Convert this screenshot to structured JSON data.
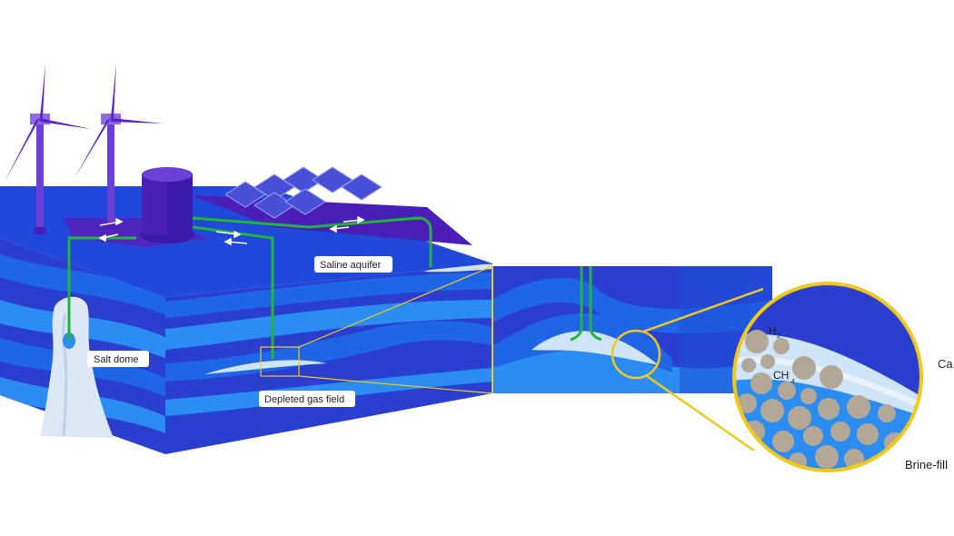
{
  "labels": {
    "saline_aquifer": "Saline aquifer",
    "salt_dome": "Salt dome",
    "depleted_gas_field": "Depleted gas field",
    "h2": "H",
    "h2_sub": "2",
    "ch4": "CH",
    "ch4_sub": "4",
    "cap_rock": "Ca",
    "brine_filled": "Brine-fill"
  },
  "colors": {
    "deep_blue": "#2a3fd0",
    "mid_blue": "#1f66e6",
    "light_blue": "#2b8df2",
    "purple": "#5a23c8",
    "pipe_green": "#22b43c",
    "zoom_yellow": "#f2c81b",
    "salt": "#dce8f6",
    "grain": "#b3a797"
  }
}
